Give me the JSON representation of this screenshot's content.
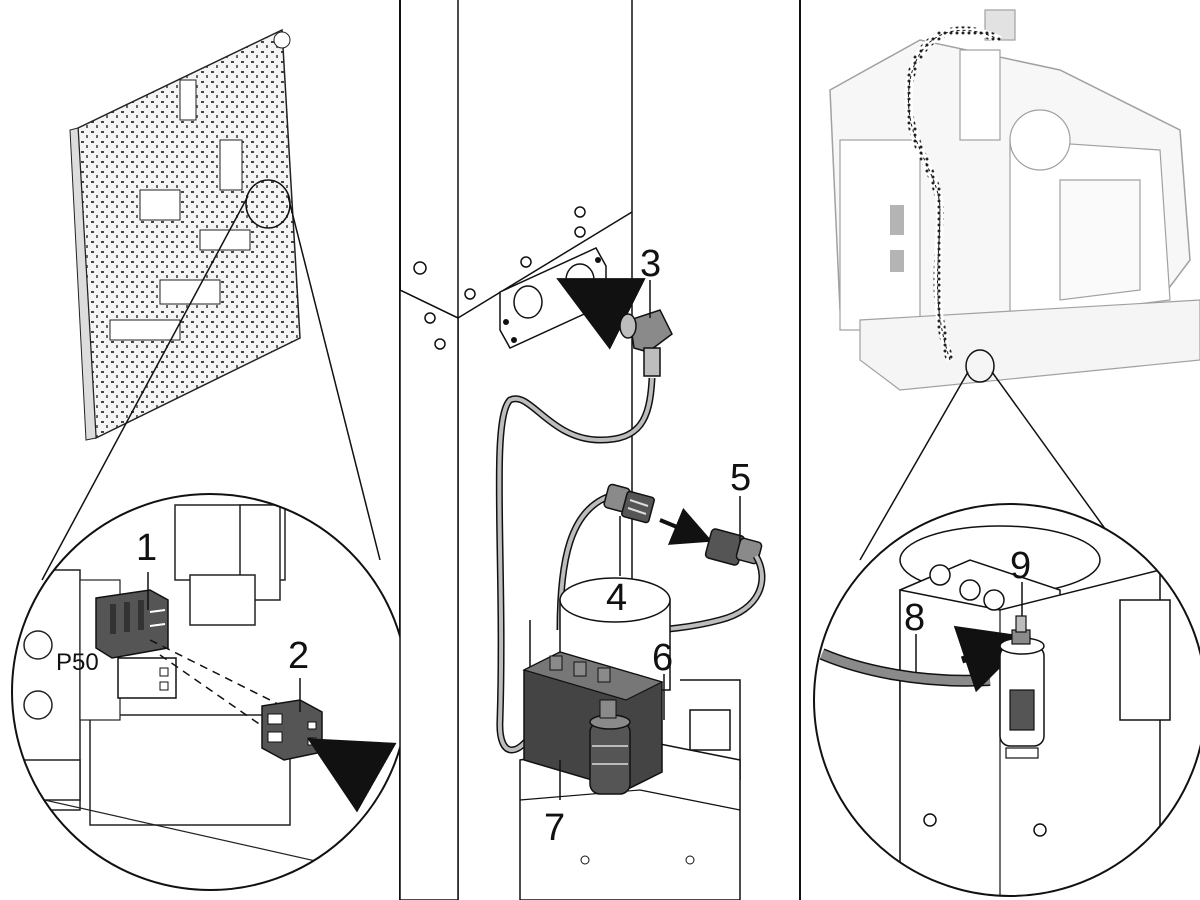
{
  "callouts": {
    "c1": "1",
    "c2": "2",
    "c3": "3",
    "c4": "4",
    "c5": "5",
    "c6": "6",
    "c7": "7",
    "c8": "8",
    "c9": "9"
  },
  "board_label": "P50",
  "colors": {
    "line": "#111111",
    "light_gray": "#bdbdbd",
    "mid_gray": "#8a8a8a",
    "dark_gray": "#3a3a3a",
    "background": "#ffffff"
  }
}
